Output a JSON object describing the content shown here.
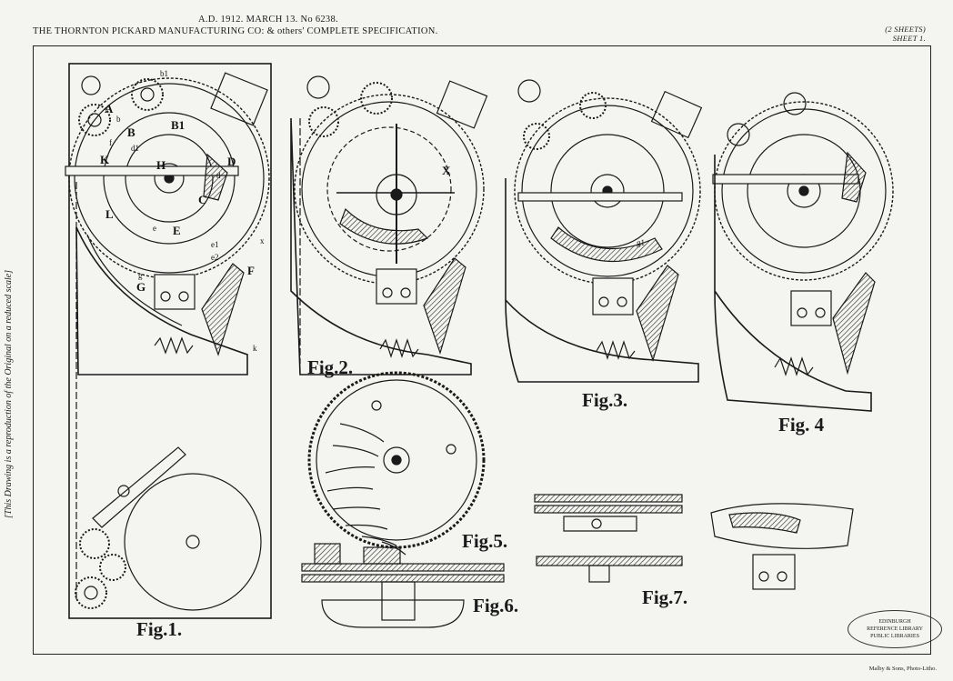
{
  "header": {
    "date_line": "A.D. 1912. MARCH 13. No 6238.",
    "title_line": "THE THORNTON PICKARD MANUFACTURING CO: & others' COMPLETE SPECIFICATION.",
    "sheets_line1": "(2 SHEETS)",
    "sheets_line2": "SHEET 1."
  },
  "side_note": "[This Drawing is a reproduction of the Original on a reduced scale]",
  "figures": {
    "fig1": "Fig.1.",
    "fig2": "Fig.2.",
    "fig3": "Fig.3.",
    "fig4": "Fig. 4",
    "fig5": "Fig.5.",
    "fig6": "Fig.6.",
    "fig7": "Fig.7."
  },
  "stamp": {
    "line1": "EDINBURGH",
    "line2": "REFERENCE LIBRARY",
    "line3": "PUBLIC LIBRARIES"
  },
  "footer": "Malby & Sons, Photo-Litho.",
  "part_labels": {
    "A": "A",
    "B": "B",
    "B1": "B1",
    "C": "C",
    "D": "D",
    "E": "E",
    "F": "F",
    "G": "G",
    "H": "H",
    "K": "K",
    "L": "L",
    "X": "X",
    "b": "b",
    "b1": "b1",
    "d": "d",
    "d1": "d1",
    "e": "e",
    "e1": "e1",
    "e2": "e2",
    "f": "f",
    "g": "g",
    "g1": "g1",
    "k": "k",
    "x": "x"
  }
}
